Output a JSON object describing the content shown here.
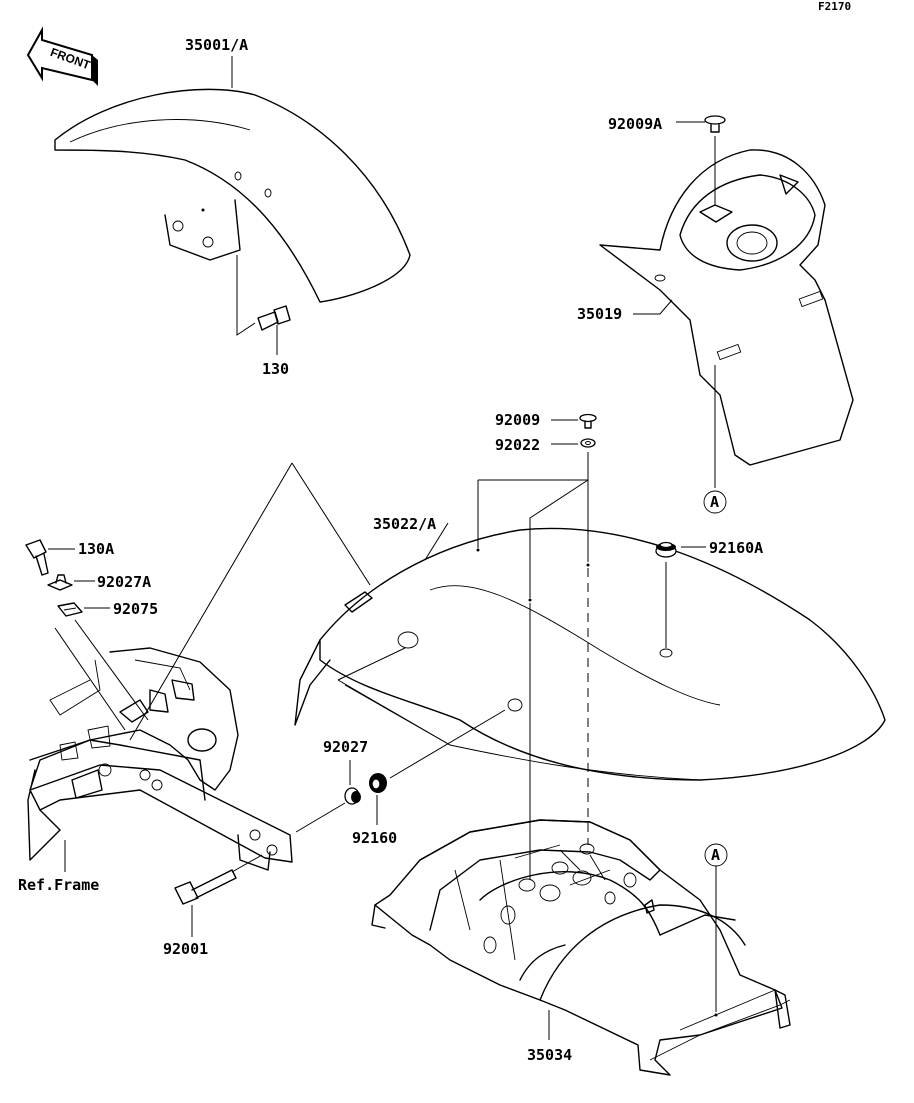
{
  "figure_number": "F2170",
  "front_badge": "FRONT",
  "callouts": {
    "front_fender": "35001/A",
    "front_fender_bolt": "130",
    "rear_screw_a": "92009A",
    "tail_bracket": "35019",
    "rear_screw": "92009",
    "rear_washer": "92022",
    "rear_fender": "35022/A",
    "grommet_a": "92160A",
    "flange_bolt": "130A",
    "collar_a": "92027A",
    "damper": "92075",
    "collar": "92027",
    "grommet": "92160",
    "ref_frame": "Ref.Frame",
    "bolt": "92001",
    "fender_stay": "35034",
    "ref_a": "A"
  },
  "icons": [
    "front-arrow-icon"
  ]
}
